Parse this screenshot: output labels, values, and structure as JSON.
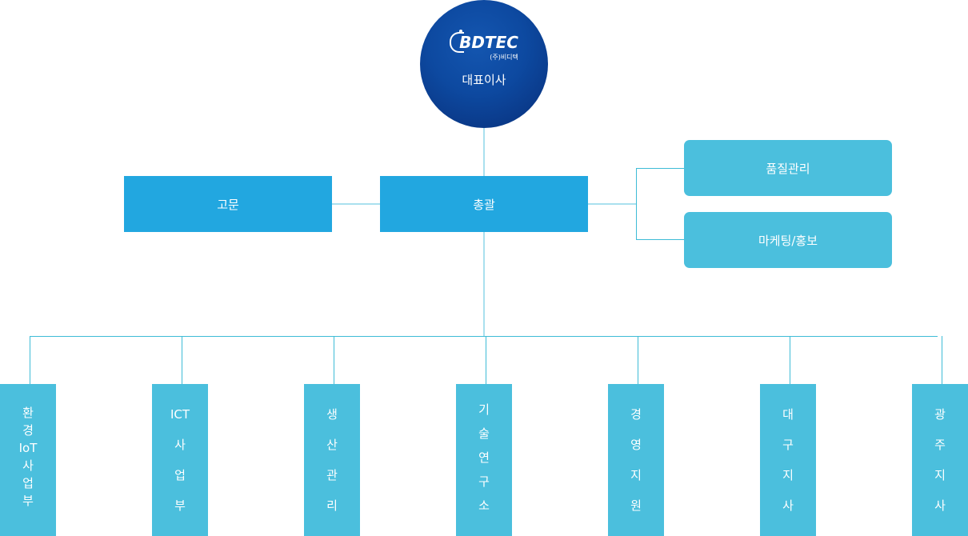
{
  "diagram": {
    "type": "org-chart",
    "colors": {
      "ceo_circle": "#0d49a0",
      "primary_box": "#22a7e0",
      "secondary_box": "#4bbfdd",
      "connector_light": "#a9e0ee",
      "connector": "#3ebcd6",
      "text": "#ffffff"
    },
    "ceo": {
      "logo_text": "BDTEC",
      "logo_subtext": "(주)비디텍",
      "title": "대표이사"
    },
    "advisor": {
      "label": "고문"
    },
    "general": {
      "label": "총괄"
    },
    "staff_units": [
      {
        "label": "품질관리"
      },
      {
        "label": "마케팅/홍보"
      }
    ],
    "departments": [
      {
        "label": "환경 IoT 사업부",
        "lines": [
          "환",
          "경",
          "IoT",
          "사",
          "업",
          "부"
        ]
      },
      {
        "label": "ICT 사업부",
        "lines": [
          "ICT",
          "사",
          "업",
          "부"
        ]
      },
      {
        "label": "생산관리",
        "lines": [
          "생",
          "산",
          "관",
          "리"
        ]
      },
      {
        "label": "기술연구소",
        "lines": [
          "기",
          "술",
          "연",
          "구",
          "소"
        ]
      },
      {
        "label": "경영지원",
        "lines": [
          "경",
          "영",
          "지",
          "원"
        ]
      },
      {
        "label": "대구지사",
        "lines": [
          "대",
          "구",
          "지",
          "사"
        ]
      },
      {
        "label": "광주지사",
        "lines": [
          "광",
          "주",
          "지",
          "사"
        ]
      }
    ]
  }
}
